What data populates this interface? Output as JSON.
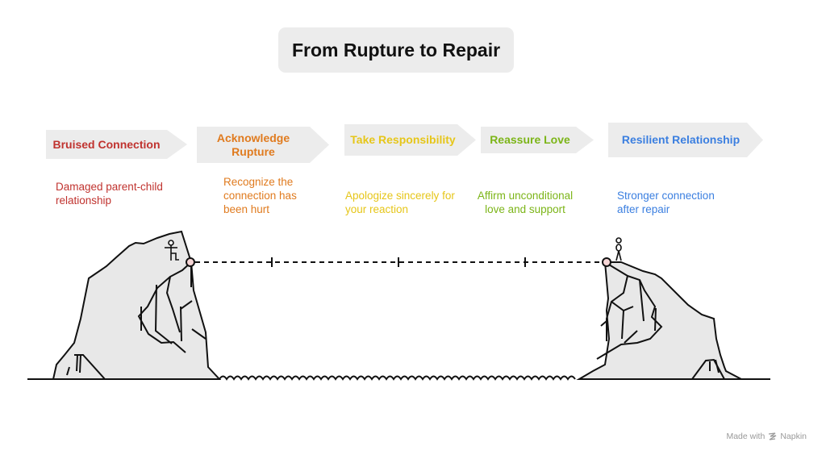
{
  "title": "From Rupture to Repair",
  "steps": [
    {
      "label": "Bruised Connection",
      "description": "Damaged parent-child relationship",
      "color": "#c0332f"
    },
    {
      "label": "Acknowledge Rupture",
      "description": "Recognize the connection has been hurt",
      "color": "#e07b1f"
    },
    {
      "label": "Take Responsibility",
      "description": "Apologize sincerely for your reaction",
      "color": "#e6c619"
    },
    {
      "label": "Reassure Love",
      "description": "Affirm unconditional love and support",
      "color": "#7cb518"
    },
    {
      "label": "Resilient Relationship",
      "description": "Stronger connection after repair",
      "color": "#3b7fe0"
    }
  ],
  "colors": {
    "arrow_fill": "#ececec",
    "cliff_fill": "#e8e8e8",
    "line": "#111111",
    "anchor_fill": "#f6d6d6"
  },
  "footer": {
    "made_with": "Made with",
    "brand": "Napkin"
  }
}
